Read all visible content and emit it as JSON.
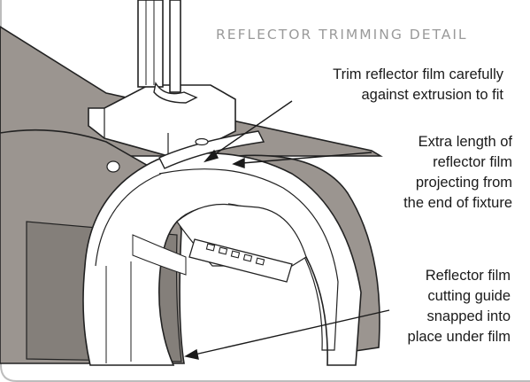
{
  "title": "REFLECTOR TRIMMING DETAIL",
  "callouts": [
    {
      "lines": [
        "Trim reflector film carefully",
        "against extrusion to fit"
      ]
    },
    {
      "lines": [
        "Extra length of",
        "reflector film",
        "projecting from",
        "the end of fixture"
      ]
    },
    {
      "lines": [
        "Reflector film",
        "cutting guide",
        "snapped into",
        "place under film"
      ]
    }
  ],
  "colors": {
    "housing": "#9b9590",
    "housing_dark": "#7f7a75",
    "film": "#ffffff",
    "border": "#bdbdbd",
    "text": "#1a1a1a",
    "title": "#9a9a9a"
  }
}
